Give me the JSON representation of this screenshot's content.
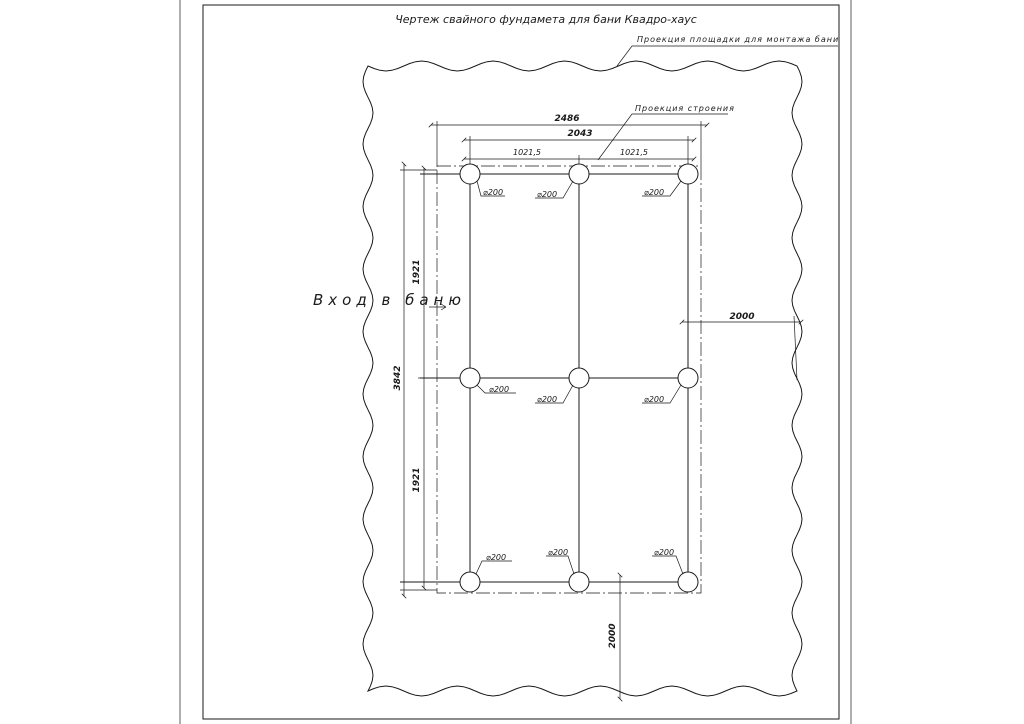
{
  "drawing": {
    "title": "Чертеж свайного фундамета для бани Квадро-хаус",
    "notes": {
      "site_projection": "Проекция площадки для монтажа бани",
      "building_projection": "Проекция строения",
      "entrance": "Вход в баню"
    },
    "dimensions": {
      "overall_width": "2486",
      "axes_width": "2043",
      "left_span": "1021,5",
      "right_span": "1021,5",
      "overall_length": "3842",
      "upper_span": "1921",
      "lower_span": "1921",
      "side_clearance": "2000",
      "front_clearance": "2000"
    },
    "pile_label": "⌀200",
    "pile_count": 9
  }
}
